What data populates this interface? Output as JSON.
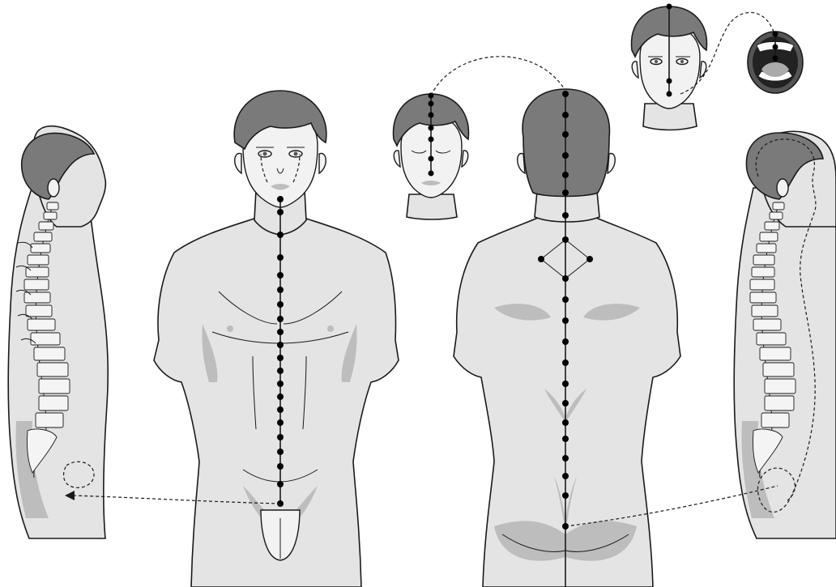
{
  "colors": {
    "outline": "#1a1a1a",
    "skin": "#e4e4e4",
    "skin_shade": "#bdbdbd",
    "face": "#f2f2f2",
    "hair": "#7a7a7a",
    "point": "#000000"
  },
  "figures": [
    {
      "name": "left-side-spine-figure"
    },
    {
      "name": "front-torso-figure"
    },
    {
      "name": "front-face-closed-eyes-figure"
    },
    {
      "name": "back-figure"
    },
    {
      "name": "front-face-open-eyes-figure"
    },
    {
      "name": "open-mouth-inset"
    },
    {
      "name": "right-side-spine-figure"
    }
  ],
  "meridians": {
    "front_points": 20,
    "back_points": 20
  }
}
